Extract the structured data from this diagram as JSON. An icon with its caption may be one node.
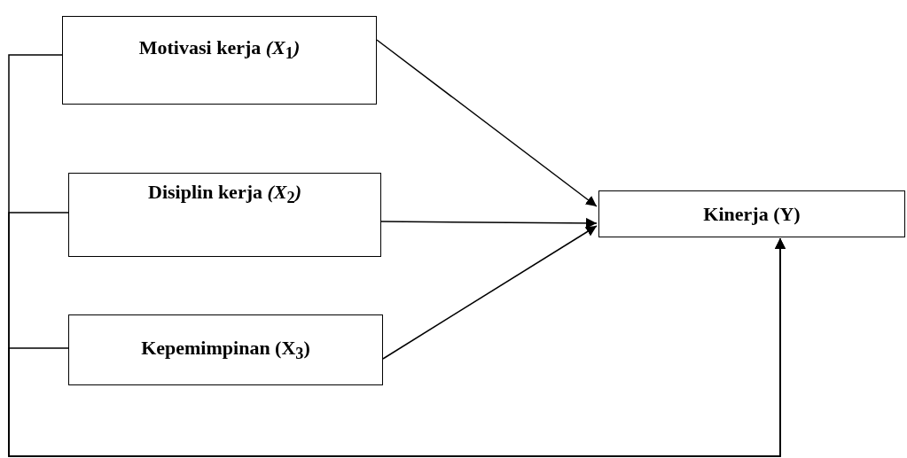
{
  "diagram": {
    "nodes": [
      {
        "text": [
          "Motivasi kerja *(X*$_{1}$*)*"
        ]
      },
      {
        "text": [
          "Disiplin kerja *(X*$_{2}$*)*"
        ]
      },
      {
        "text": [
          "Kepemimpinan (X$_{3}$)"
        ]
      },
      {
        "text": [
          "Kinerja (Y)"
        ]
      }
    ],
    "edges": [
      {
        "from": 0,
        "to": 3,
        "arrow": "to"
      },
      {
        "from": 1,
        "to": 3,
        "arrow": "to"
      },
      {
        "from": 2,
        "to": 3,
        "arrow": "to"
      },
      {
        "from": 0,
        "to": 3,
        "arrow": "to"
      },
      {
        "from": 1,
        "to": 3,
        "arrow": "to"
      },
      {
        "from": 2,
        "to": 3,
        "arrow": "to"
      }
    ]
  }
}
